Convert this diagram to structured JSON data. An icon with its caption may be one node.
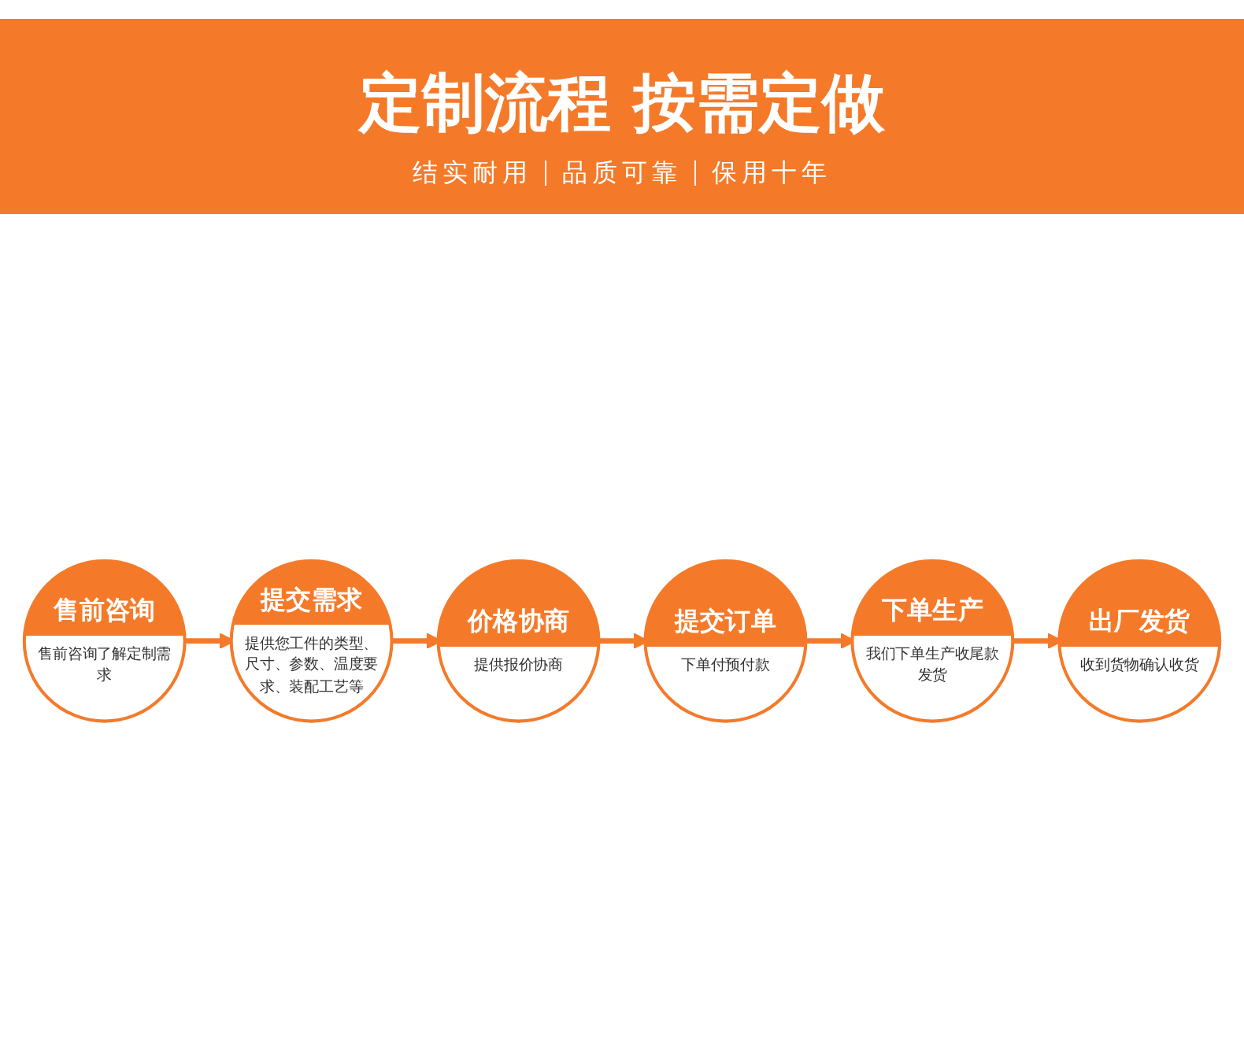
{
  "diagram": {
    "title": "定制流程 按需定做",
    "nodes": [
      {
        "text": [
          "售前咨询",
          "售前咨询了解定制需求"
        ]
      },
      {
        "text": [
          "提交需求",
          "提供您工件的类型、尺寸、参数、温度要求、装配工艺等"
        ]
      },
      {
        "text": [
          "价格协商",
          "提供报价协商"
        ]
      },
      {
        "text": [
          "提交订单",
          "下单付预付款"
        ]
      },
      {
        "text": [
          "下单生产",
          "我们下单生产收尾款发货"
        ]
      },
      {
        "text": [
          "出厂发货",
          "收到货物确认收货"
        ]
      }
    ],
    "edges": [
      {
        "from": 0,
        "to": 1,
        "arrow": "to"
      },
      {
        "from": 1,
        "to": 2,
        "arrow": "to"
      },
      {
        "from": 2,
        "to": 3,
        "arrow": "to"
      },
      {
        "from": 3,
        "to": 4,
        "arrow": "to"
      },
      {
        "from": 4,
        "to": 5,
        "arrow": "to"
      }
    ],
    "labels": [
      "结实耐用",
      "品质可靠",
      "保用十年"
    ]
  }
}
